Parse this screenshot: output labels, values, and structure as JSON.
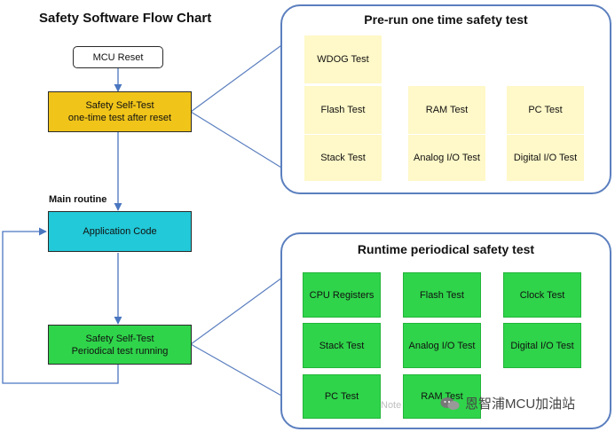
{
  "header": {
    "title": "Safety Software Flow Chart"
  },
  "flow": {
    "mcu_reset": "MCU Reset",
    "self_test_once": {
      "line1": "Safety Self-Test",
      "line2": "one-time test after reset"
    },
    "main_routine": "Main routine",
    "application_code": "Application Code",
    "self_test_periodic": {
      "line1": "Safety Self-Test",
      "line2": "Periodical test running"
    }
  },
  "prerun_panel": {
    "title": "Pre-run one time safety test",
    "tests": [
      "WDOG Test",
      "Flash Test",
      "RAM Test",
      "PC Test",
      "Stack Test",
      "Analog I/O Test",
      "Digital I/O Test"
    ]
  },
  "runtime_panel": {
    "title": "Runtime periodical safety test",
    "tests": [
      "CPU Registers",
      "Flash Test",
      "Clock Test",
      "Stack Test",
      "Analog I/O Test",
      "Digital I/O Test",
      "PC Test",
      "RAM Test"
    ],
    "note": "Note"
  },
  "watermark": {
    "text": "恩智浦MCU加油站",
    "icon": "wechat-icon"
  },
  "colors": {
    "self_test_fill": "#f0c419",
    "application_fill": "#22c9d8",
    "periodic_fill": "#2fd44a",
    "panel_border": "#5b7fbf",
    "connector": "#4a76c0",
    "prerun_item_fill": "#fff8c8",
    "runtime_item_fill": "#2fd44a"
  }
}
